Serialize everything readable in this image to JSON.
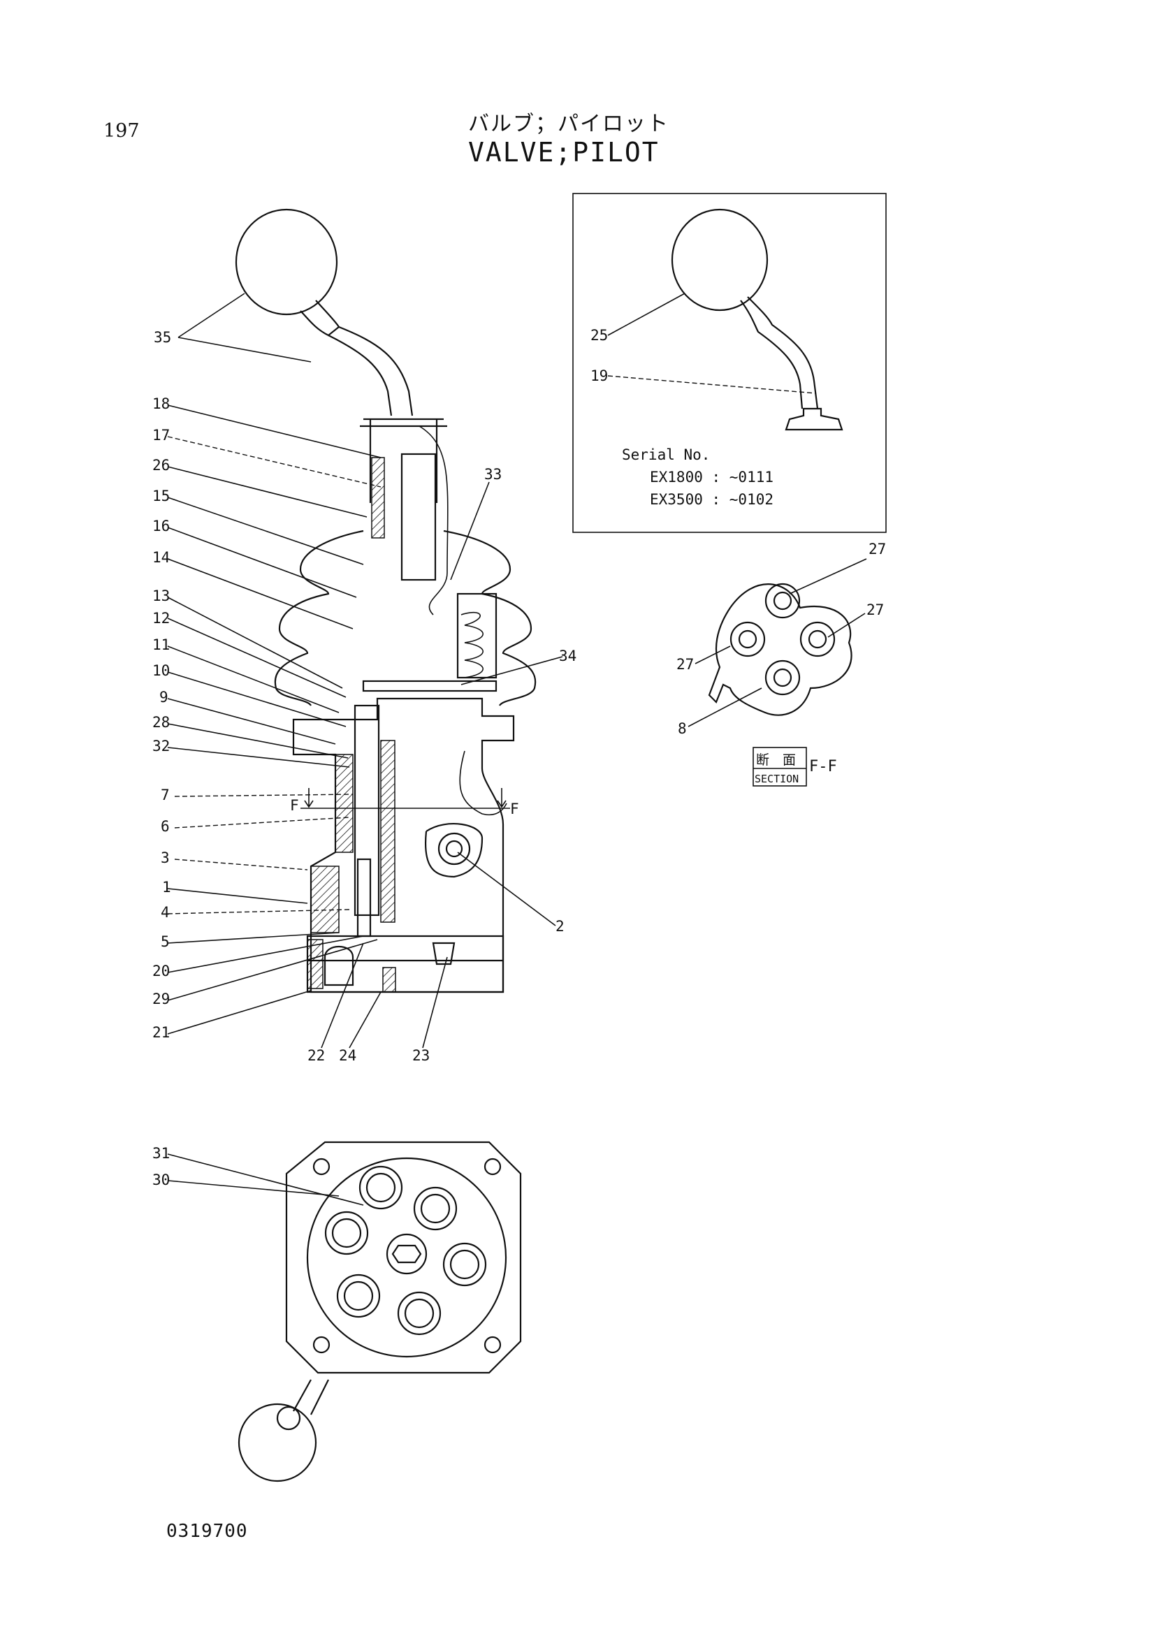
{
  "header": {
    "page_number": "197",
    "title_jp": "バルブ；パイロット",
    "title_en": "VALVE;PILOT"
  },
  "inset": {
    "serial_label": "Serial No.",
    "serial_entries": [
      "EX1800 : ~0111",
      "EX3500 : ~0102"
    ]
  },
  "section": {
    "jp_text": "断　面",
    "section_word": "SECTION",
    "section_id": "F-F"
  },
  "callouts": {
    "c1": "1",
    "c2": "2",
    "c3": "3",
    "c4": "4",
    "c5": "5",
    "c6": "6",
    "c7": "7",
    "c8": "8",
    "c9": "9",
    "c10": "10",
    "c11": "11",
    "c12": "12",
    "c13": "13",
    "c14": "14",
    "c15": "15",
    "c16": "16",
    "c17": "17",
    "c18": "18",
    "c19": "19",
    "c20": "20",
    "c21": "21",
    "c22": "22",
    "c23": "23",
    "c24": "24",
    "c25": "25",
    "c26": "26",
    "c27": "27",
    "c28": "28",
    "c29": "29",
    "c30": "30",
    "c31": "31",
    "c32": "32",
    "c33": "33",
    "c34": "34",
    "c35": "35",
    "f": "F"
  },
  "footer": {
    "drawing_code": "0319700"
  }
}
